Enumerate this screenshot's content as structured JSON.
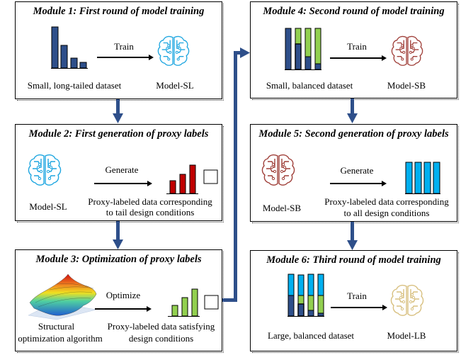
{
  "modules": [
    {
      "title": "Module 1: First round of model training",
      "verb": "Train",
      "left_label": "Small, long-tailed dataset",
      "right_label": "Model-SL"
    },
    {
      "title": "Module 2: First generation of proxy labels",
      "verb": "Generate",
      "left_label": "Model-SL",
      "right_label_1": "Proxy-labeled data corresponding",
      "right_label_2": "to tail design conditions"
    },
    {
      "title": "Module 3: Optimization of proxy labels",
      "verb": "Optimize",
      "left_label_1": "Structural",
      "left_label_2": "optimization algorithm",
      "right_label_1": "Proxy-labeled data satisfying",
      "right_label_2": "design conditions"
    },
    {
      "title": "Module 4: Second round of model training",
      "verb": "Train",
      "left_label": "Small, balanced dataset",
      "right_label": "Model-SB"
    },
    {
      "title": "Module 5: Second generation of proxy labels",
      "verb": "Generate",
      "left_label": "Model-SB",
      "right_label_1": "Proxy-labeled data corresponding",
      "right_label_2": "to all design conditions"
    },
    {
      "title": "Module 6: Third round of model training",
      "verb": "Train",
      "left_label": "Large, balanced dataset",
      "right_label": "Model-LB"
    }
  ],
  "colors": {
    "navy": "#2e4f8a",
    "green": "#92d050",
    "red": "#c00000",
    "cyan": "#00b0f0",
    "brain_sl": "#1ea6e0",
    "brain_sb": "#a0403a",
    "brain_lb": "#d8c080"
  },
  "icons": {
    "brain": "brain-icon",
    "surface": "surface-plot-icon"
  }
}
